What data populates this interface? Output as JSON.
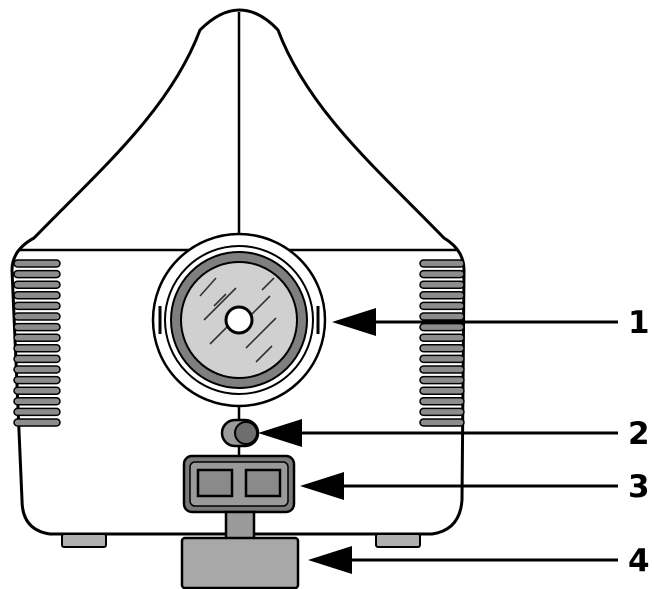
{
  "colors": {
    "outline": "#000000",
    "body_fill": "#ffffff",
    "vent_slot": "#8c8c8c",
    "lens_ring": "#7f7f7f",
    "lens_glass": "#d0d0d0",
    "knob": "#9a9a9a",
    "switch_housing": "#7a7a7a",
    "switch_window": "#8a8a8a",
    "stand_post": "#9a9a9a",
    "base_block": "#a8a8a8",
    "foot": "#b0b0b0"
  },
  "callouts": [
    {
      "label": "1",
      "part": "lens-window"
    },
    {
      "label": "2",
      "part": "knob"
    },
    {
      "label": "3",
      "part": "switch-housing"
    },
    {
      "label": "4",
      "part": "base-block"
    }
  ]
}
